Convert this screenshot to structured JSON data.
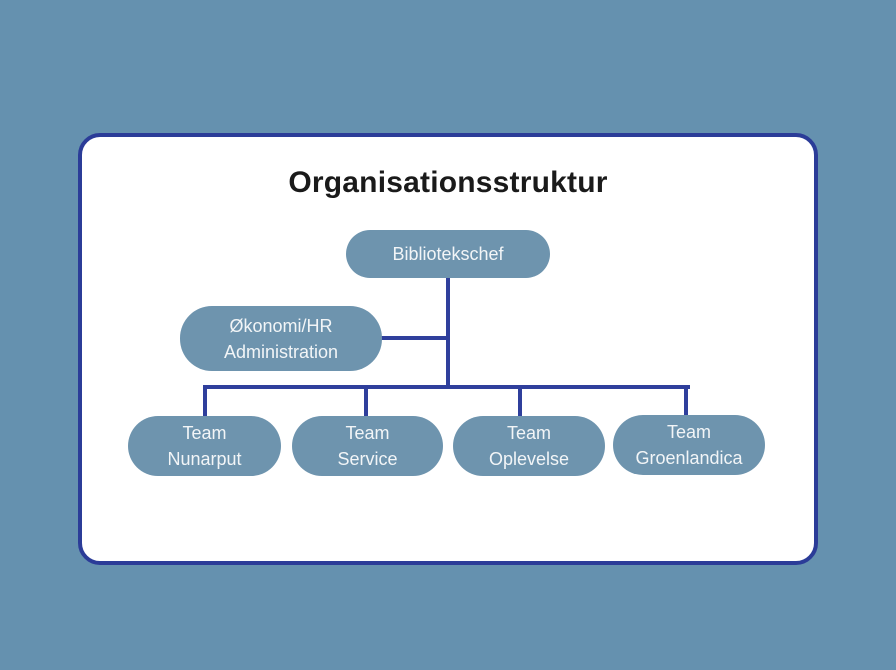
{
  "title": "Organisationsstruktur",
  "colors": {
    "page_background": "#6591af",
    "card_background": "#ffffff",
    "card_border": "#2b3c98",
    "node_fill": "#6e94ae",
    "node_text": "#f2f5f7",
    "connector": "#2f3f9c",
    "title_text": "#1a1a1a"
  },
  "org_chart": {
    "root": {
      "label": "Bibliotekschef",
      "lines": [
        "Bibliotekschef"
      ]
    },
    "staff": {
      "label": "Økonomi/HR Administration",
      "lines": [
        "Økonomi/HR",
        "Administration"
      ],
      "reports_to": "Bibliotekschef"
    },
    "teams": [
      {
        "label": "Team Nunarput",
        "lines": [
          "Team",
          "Nunarput"
        ],
        "reports_to": "Bibliotekschef"
      },
      {
        "label": "Team Service",
        "lines": [
          "Team",
          "Service"
        ],
        "reports_to": "Bibliotekschef"
      },
      {
        "label": "Team Oplevelse",
        "lines": [
          "Team",
          "Oplevelse"
        ],
        "reports_to": "Bibliotekschef"
      },
      {
        "label": "Team Groenlandica",
        "lines": [
          "Team",
          "Groenlandica"
        ],
        "reports_to": "Bibliotekschef"
      }
    ]
  }
}
